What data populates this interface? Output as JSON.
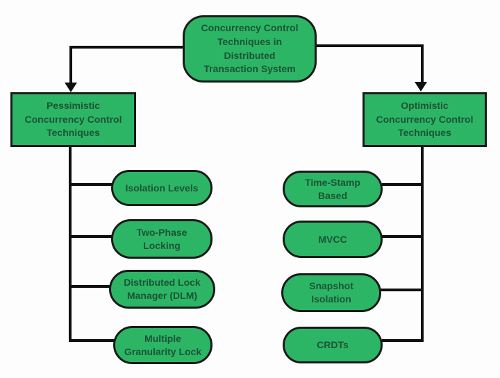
{
  "diagram": {
    "root": {
      "label": "Concurrency Control Techniques in Distributed Transaction System",
      "label_lines": [
        "Concurrency Control",
        "Techniques in",
        "Distributed",
        "Transaction System"
      ]
    },
    "left_branch": {
      "label": "Pessimistic Concurrency Control Techniques",
      "label_lines": [
        "Pessimistic",
        "Concurrency Control",
        "Techniques"
      ],
      "children": [
        {
          "label": "Isolation Levels",
          "label_lines": [
            "Isolation Levels"
          ]
        },
        {
          "label": "Two-Phase Locking",
          "label_lines": [
            "Two-Phase",
            "Locking"
          ]
        },
        {
          "label": "Distributed Lock Manager (DLM)",
          "label_lines": [
            "Distributed Lock",
            "Manager (DLM)"
          ]
        },
        {
          "label": "Multiple Granularity Lock",
          "label_lines": [
            "Multiple",
            "Granularity Lock"
          ]
        }
      ]
    },
    "right_branch": {
      "label": "Optimistic Concurrency Control Techniques",
      "label_lines": [
        "Optimistic",
        "Concurrency Control",
        "Techniques"
      ],
      "children": [
        {
          "label": "Time-Stamp Based",
          "label_lines": [
            "Time-Stamp",
            "Based"
          ]
        },
        {
          "label": "MVCC",
          "label_lines": [
            "MVCC"
          ]
        },
        {
          "label": "Snapshot Isolation",
          "label_lines": [
            "Snapshot",
            "Isolation"
          ]
        },
        {
          "label": "CRDTs",
          "label_lines": [
            "CRDTs"
          ]
        }
      ]
    },
    "colors": {
      "node_fill": "#2db566",
      "node_border": "#1a1a1a",
      "node_text": "#1b5434",
      "connector": "#0f0f0f",
      "background": "#fdfdfd"
    }
  }
}
